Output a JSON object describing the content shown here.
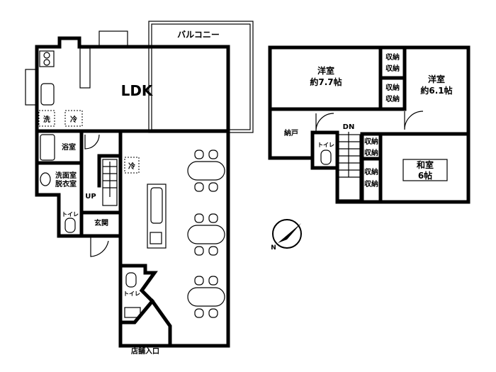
{
  "floor1": {
    "ldk": "LDK",
    "balcony": "バルコニー",
    "washer": "洗",
    "fridge1": "冷",
    "fridge2": "冷",
    "bath": "浴室",
    "washroom_line1": "洗面室",
    "washroom_line2": "脱衣室",
    "toilet1": "トイレ",
    "toilet2": "トイレ",
    "up": "UP",
    "entrance": "玄関",
    "shop_entrance": "店舗入口"
  },
  "floor2": {
    "room1_line1": "洋室",
    "room1_line2": "約7.7帖",
    "room2_line1": "洋室",
    "room2_line2": "約6.1帖",
    "closet": "収納",
    "storage": "納戸",
    "toilet": "トイレ",
    "dn": "DN",
    "washitsu_line1": "和室",
    "washitsu_line2": "6帖"
  },
  "compass": {
    "label": "N",
    "direction": "north-east"
  }
}
